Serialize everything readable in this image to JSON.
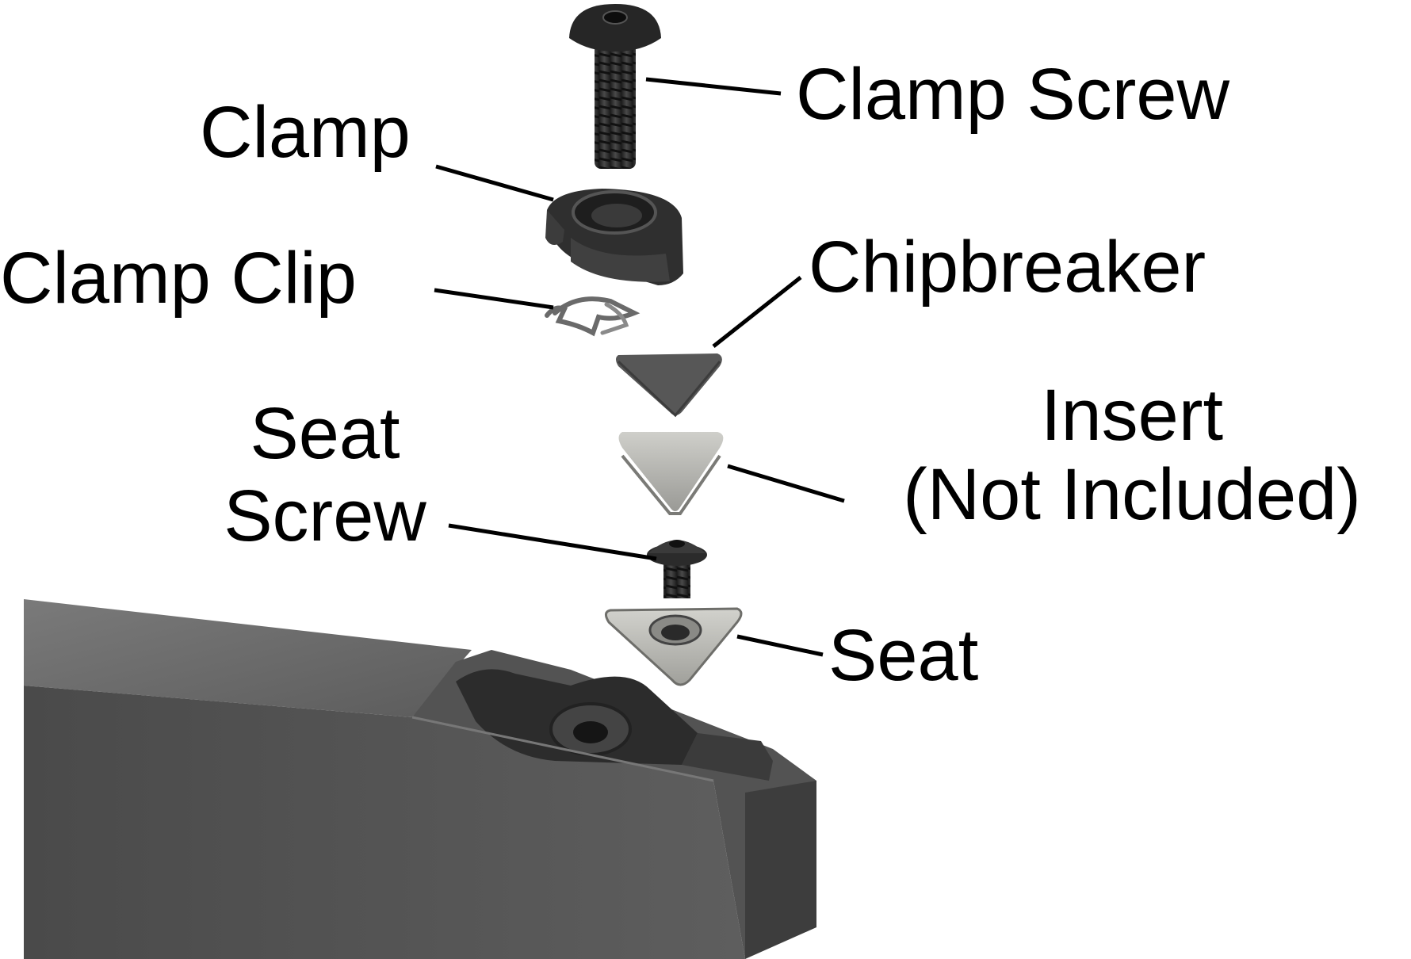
{
  "labels": {
    "clamp_screw": "Clamp Screw",
    "clamp": "Clamp",
    "clamp_clip": "Clamp Clip",
    "chipbreaker": "Chipbreaker",
    "insert_line1": "Insert",
    "insert_line2": "(Not Included)",
    "seat_screw_line1": "Seat",
    "seat_screw_line2": "Screw",
    "seat": "Seat"
  },
  "colors": {
    "background": "#ffffff",
    "text": "#000000",
    "holder": "#5a5a5a",
    "screw": "#2e2e2e",
    "chipbreaker": "#575757",
    "insert": "#b9b9b4",
    "seat": "#c2c2bd"
  }
}
